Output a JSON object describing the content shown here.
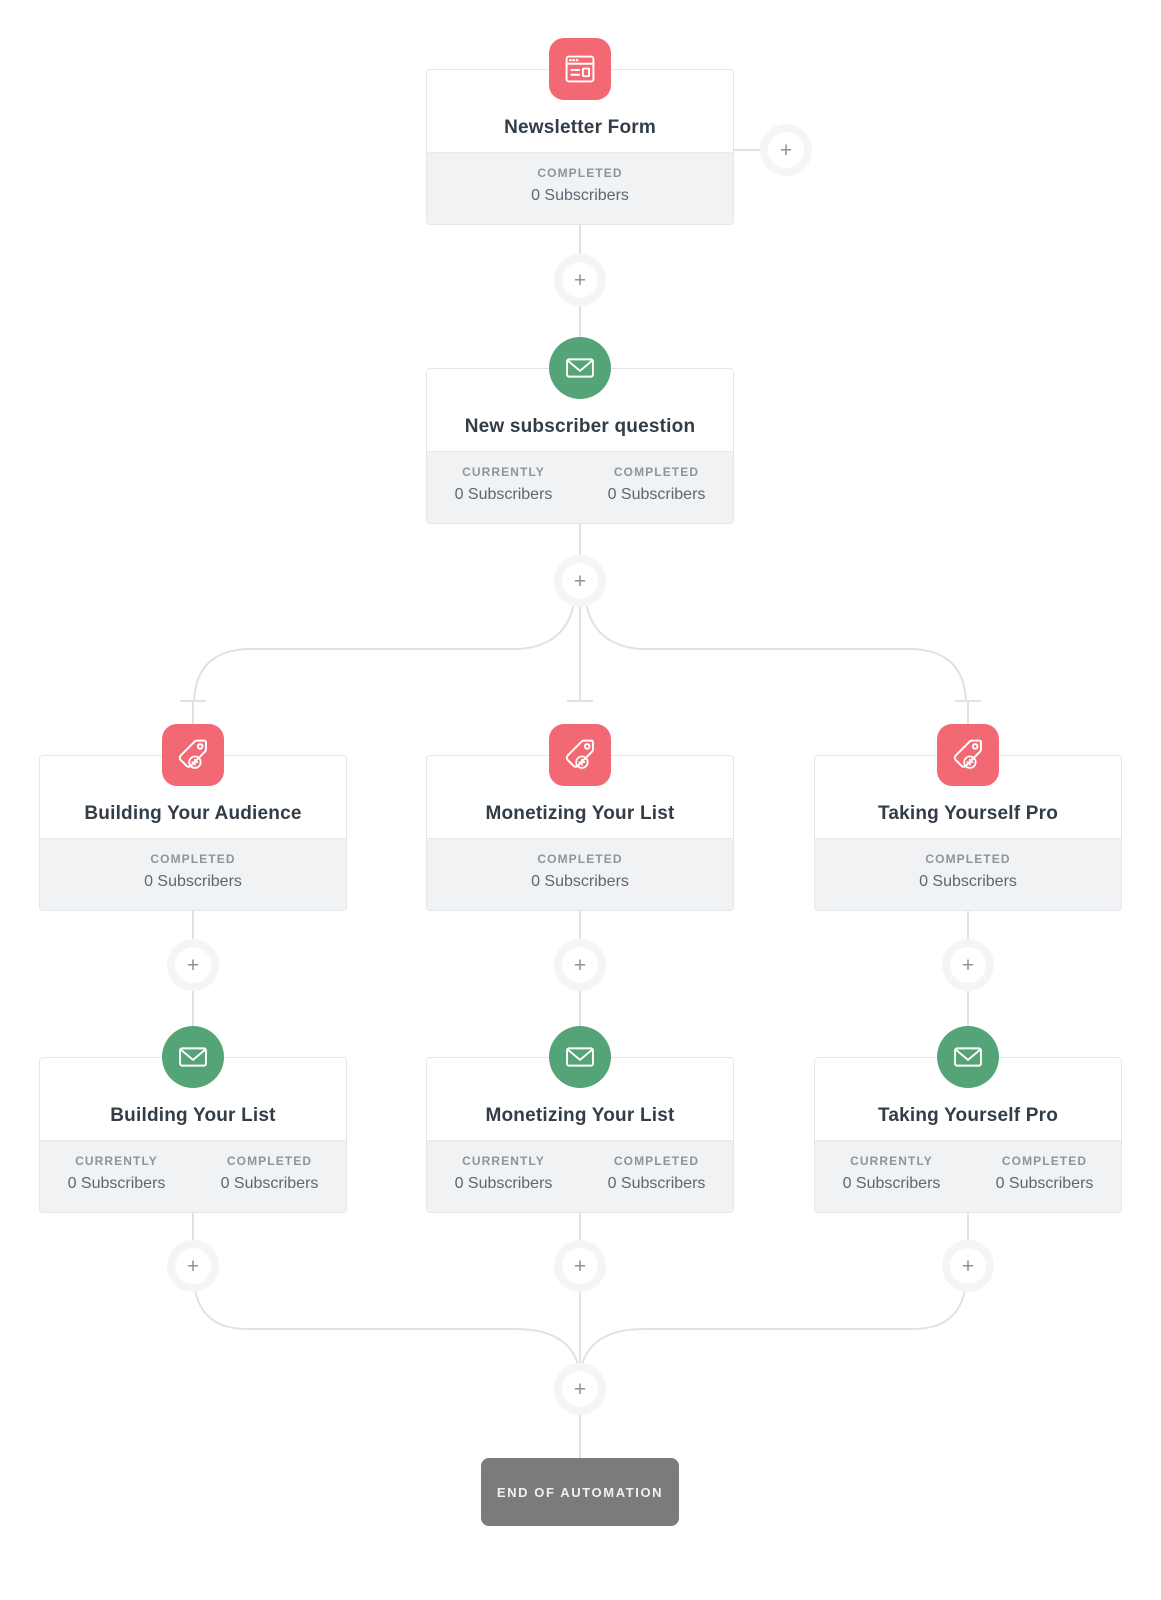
{
  "flow": {
    "add_button_glyph": "+",
    "nodes": [
      {
        "id": "newsletter-form",
        "icon": "form",
        "title": "Newsletter Form",
        "stats": [
          {
            "label": "COMPLETED",
            "value": "0 Subscribers"
          }
        ]
      },
      {
        "id": "new-subscriber-question",
        "icon": "email",
        "title": "New subscriber question",
        "stats": [
          {
            "label": "CURRENTLY",
            "value": "0 Subscribers"
          },
          {
            "label": "COMPLETED",
            "value": "0 Subscribers"
          }
        ]
      },
      {
        "id": "tag-building-your-audience",
        "icon": "tag",
        "title": "Building Your Audience",
        "stats": [
          {
            "label": "COMPLETED",
            "value": "0 Subscribers"
          }
        ]
      },
      {
        "id": "tag-monetizing-your-list",
        "icon": "tag",
        "title": "Monetizing Your List",
        "stats": [
          {
            "label": "COMPLETED",
            "value": "0 Subscribers"
          }
        ]
      },
      {
        "id": "tag-taking-yourself-pro",
        "icon": "tag",
        "title": "Taking Yourself Pro",
        "stats": [
          {
            "label": "COMPLETED",
            "value": "0 Subscribers"
          }
        ]
      },
      {
        "id": "email-building-your-list",
        "icon": "email",
        "title": "Building Your List",
        "stats": [
          {
            "label": "CURRENTLY",
            "value": "0 Subscribers"
          },
          {
            "label": "COMPLETED",
            "value": "0 Subscribers"
          }
        ]
      },
      {
        "id": "email-monetizing-your-list",
        "icon": "email",
        "title": "Monetizing Your List",
        "stats": [
          {
            "label": "CURRENTLY",
            "value": "0 Subscribers"
          },
          {
            "label": "COMPLETED",
            "value": "0 Subscribers"
          }
        ]
      },
      {
        "id": "email-taking-yourself-pro",
        "icon": "email",
        "title": "Taking Yourself Pro",
        "stats": [
          {
            "label": "CURRENTLY",
            "value": "0 Subscribers"
          },
          {
            "label": "COMPLETED",
            "value": "0 Subscribers"
          }
        ]
      }
    ],
    "end_node": {
      "label": "END OF AUTOMATION"
    }
  },
  "colors": {
    "form_icon_background": "#f26973",
    "tag_icon_background": "#f26973",
    "email_icon_background": "#55a478",
    "connector_line": "#dfe3e8",
    "card_border": "#e4e7ea",
    "footer_background": "#f1f2f4",
    "title_text": "#333d47",
    "stat_label_text": "#8d949b",
    "stat_value_text": "#5c6771",
    "plus_glyph": "#8b949c",
    "end_node_background": "#7b7b7b",
    "end_node_text": "#f1f1f1"
  }
}
